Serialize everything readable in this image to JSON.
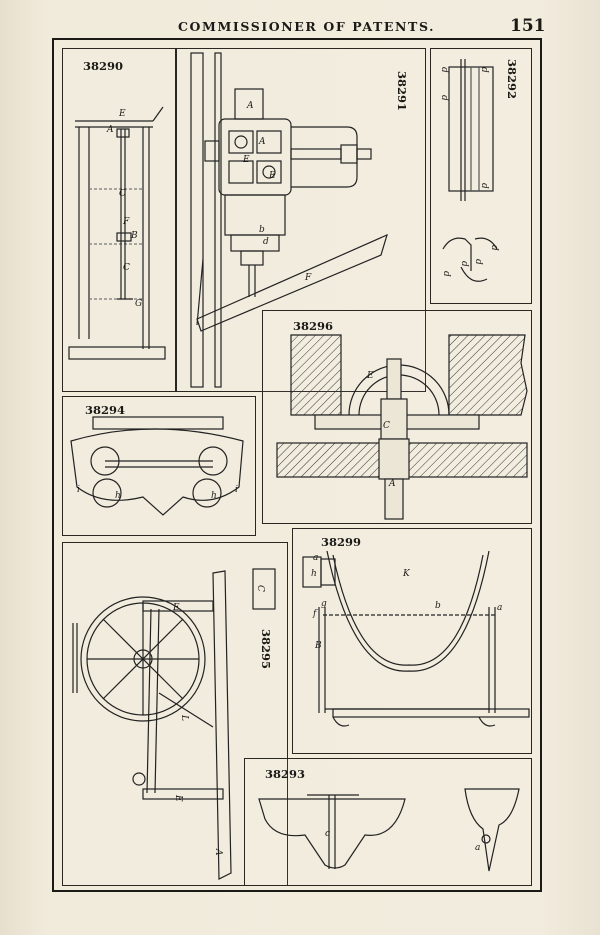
{
  "running_head": {
    "title": "COMMISSIONER OF PATENTS.",
    "page_number": "151"
  },
  "figures": {
    "f38290": {
      "number": "38290",
      "labels": [
        "E",
        "A",
        "C",
        "F",
        "B",
        "C",
        "G"
      ]
    },
    "f38291": {
      "number": "38291",
      "labels": [
        "A",
        "A",
        "E",
        "E",
        "b",
        "d",
        "F"
      ]
    },
    "f38292": {
      "number": "38292",
      "labels": [
        "d",
        "d",
        "d",
        "d",
        "d",
        "d",
        "d",
        "d"
      ]
    },
    "f38296": {
      "number": "38296",
      "labels": [
        "E",
        "C",
        "A"
      ]
    },
    "f38294": {
      "number": "38294",
      "labels": [
        "i",
        "h",
        "h",
        "i"
      ]
    },
    "f38295": {
      "number": "38295",
      "labels": [
        "C",
        "E",
        "L",
        "E",
        "A"
      ]
    },
    "f38299": {
      "number": "38299",
      "labels": [
        "a",
        "h",
        "K",
        "g",
        "f",
        "b",
        "a",
        "B"
      ]
    },
    "f38293": {
      "number": "38293",
      "labels": [
        "c",
        "a"
      ]
    }
  }
}
